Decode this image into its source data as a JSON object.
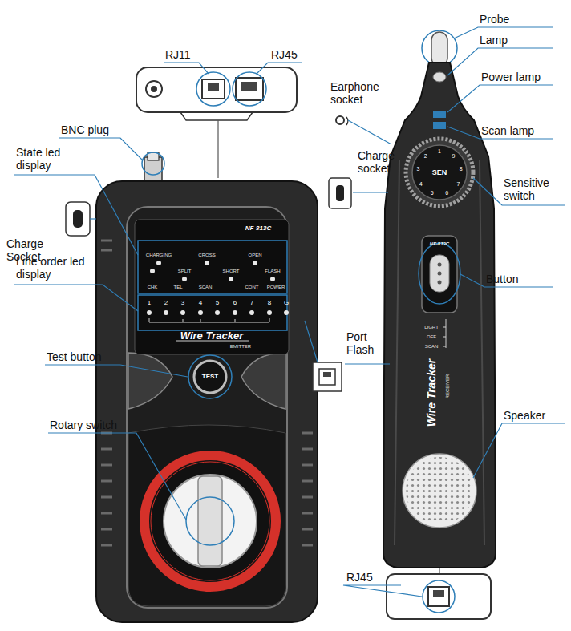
{
  "diagram": {
    "labels": [
      "Probe",
      "Lamp",
      "RJ11",
      "RJ45",
      "Power lamp",
      "Earphone socket",
      "Scan lamp",
      "BNC plug",
      "Charge socket",
      "Sensitive switch",
      "State led display",
      "Charge Socket",
      "Line order led display",
      "Button",
      "Test button",
      "Port Flash",
      "Rotary switch",
      "Speaker",
      "RJ45",
      "NF-813C",
      "CHARGING",
      "CROSS",
      "OPEN",
      "SPLIT",
      "SHORT",
      "FLASH",
      "CHK",
      "TEL",
      "SCAN",
      "CONT",
      "POWER",
      "1",
      "2",
      "3",
      "4",
      "5",
      "6",
      "7",
      "8",
      "G",
      "Wire Tracker",
      "EMITTER",
      "TEST",
      "NF-813C",
      "SEN",
      "1",
      "2",
      "3",
      "4",
      "5",
      "6",
      "7",
      "8",
      "9",
      "LIGHT",
      "OFF",
      "SCAN",
      "Wire Tracker",
      "RECEIVER"
    ]
  }
}
